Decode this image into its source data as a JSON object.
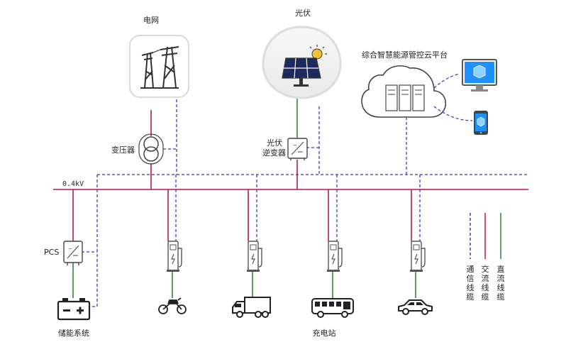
{
  "labels": {
    "grid": "电网",
    "pv": "光伏",
    "cloud_platform": "综合智慧能源管控云平台",
    "transformer": "变压器",
    "pv_inverter_line1": "光伏",
    "pv_inverter_line2": "逆变器",
    "bus_voltage": "0.4kV",
    "pcs": "PCS",
    "storage_system": "储能系统",
    "charging_station": "充电站"
  },
  "legend": [
    {
      "chars": [
        "通",
        "信",
        "线",
        "缆"
      ],
      "color": "#2f3fd0",
      "style": "dashed"
    },
    {
      "chars": [
        "交",
        "流",
        "线",
        "缆"
      ],
      "color": "#b5174f",
      "style": "solid"
    },
    {
      "chars": [
        "直",
        "流",
        "线",
        "缆"
      ],
      "color": "#2e8b2e",
      "style": "solid"
    }
  ],
  "colors": {
    "communication": "#2f3fd0",
    "ac": "#b5174f",
    "dc": "#2e8b2e",
    "icon_gray": "#666666",
    "screen_blue": "#1e90ff"
  },
  "icons": {
    "grid": "power-tower-icon",
    "pv": "solar-panel-icon",
    "cloud": "cloud-server-icon",
    "monitor": "monitor-icon",
    "phone": "phone-icon",
    "transformer": "transformer-icon",
    "inverter": "inverter-icon",
    "pcs": "converter-icon",
    "battery": "battery-icon",
    "chargers": [
      "ev-charger-icon",
      "ev-charger-icon",
      "ev-charger-icon",
      "ev-charger-icon"
    ],
    "vehicles": [
      "motorcycle-icon",
      "truck-icon",
      "bus-icon",
      "car-icon"
    ]
  }
}
